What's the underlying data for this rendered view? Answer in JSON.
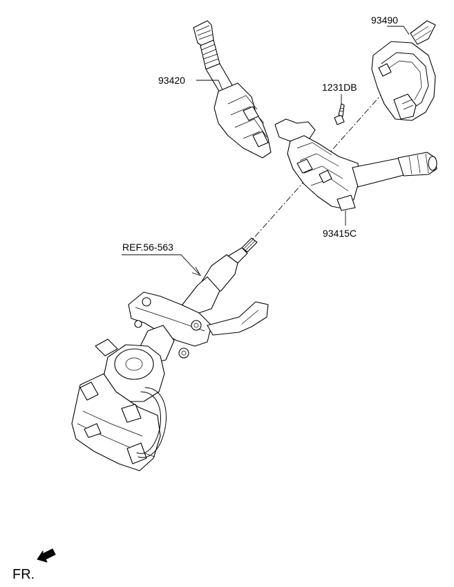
{
  "labels": {
    "switch_left": "93420",
    "clock_spring": "93490",
    "screw": "1231DB",
    "switch_body": "93415C",
    "column_ref": "REF.56-563",
    "front_indicator": "FR."
  },
  "colors": {
    "line": "#000000",
    "background": "#ffffff"
  },
  "icons": {
    "front_arrow": "arrow-icon"
  }
}
